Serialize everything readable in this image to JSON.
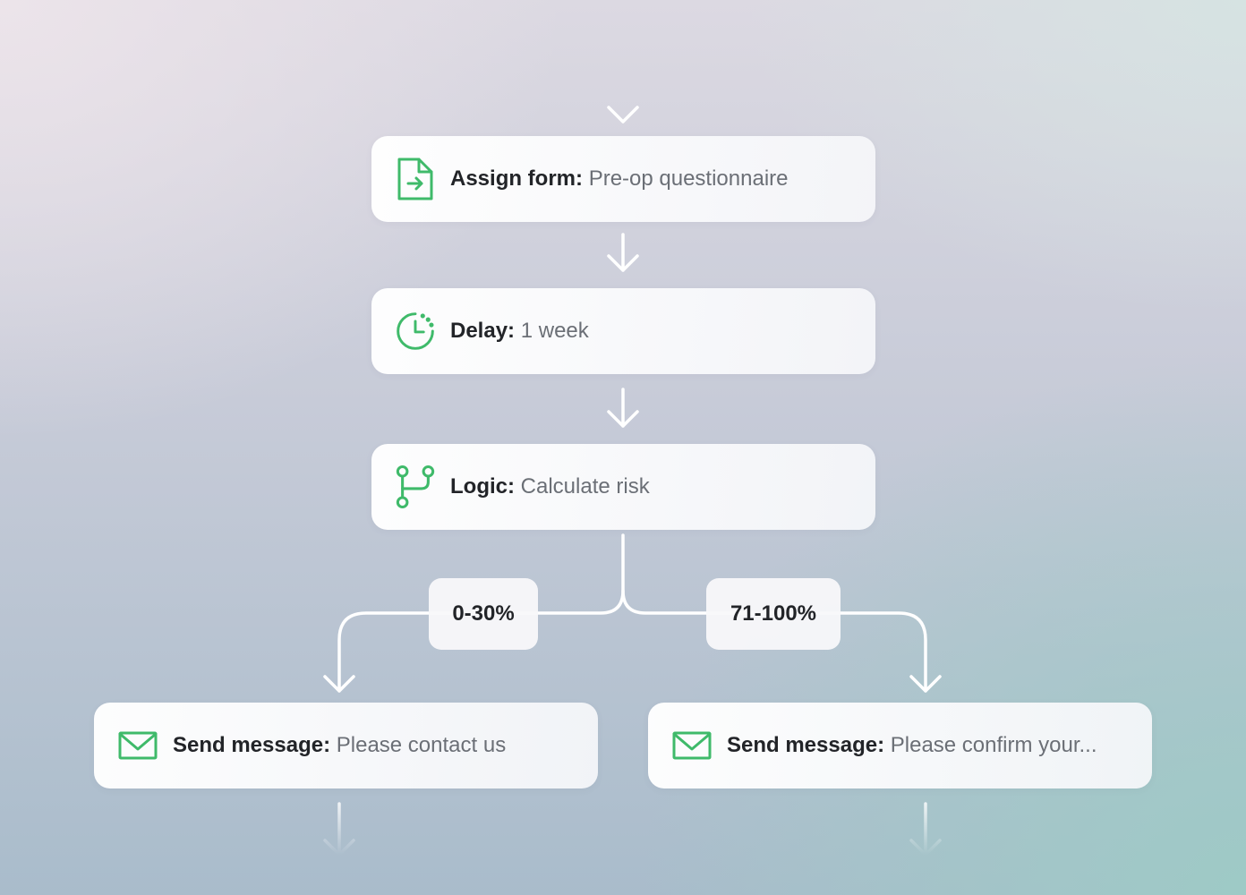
{
  "steps": [
    {
      "key": "Assign form:",
      "value": "Pre-op questionnaire",
      "icon": "form-assign-icon"
    },
    {
      "key": "Delay:",
      "value": "1 week",
      "icon": "clock-icon"
    },
    {
      "key": "Logic:",
      "value": "Calculate risk",
      "icon": "branch-icon"
    }
  ],
  "branches": [
    {
      "label": "0-30%",
      "message_key": "Send message:",
      "message_value": "Please contact us",
      "icon": "envelope-icon"
    },
    {
      "label": "71-100%",
      "message_key": "Send message:",
      "message_value": "Please confirm your...",
      "icon": "envelope-icon"
    }
  ],
  "colors": {
    "accent": "#3fba6a",
    "connector": "#ffffff"
  }
}
